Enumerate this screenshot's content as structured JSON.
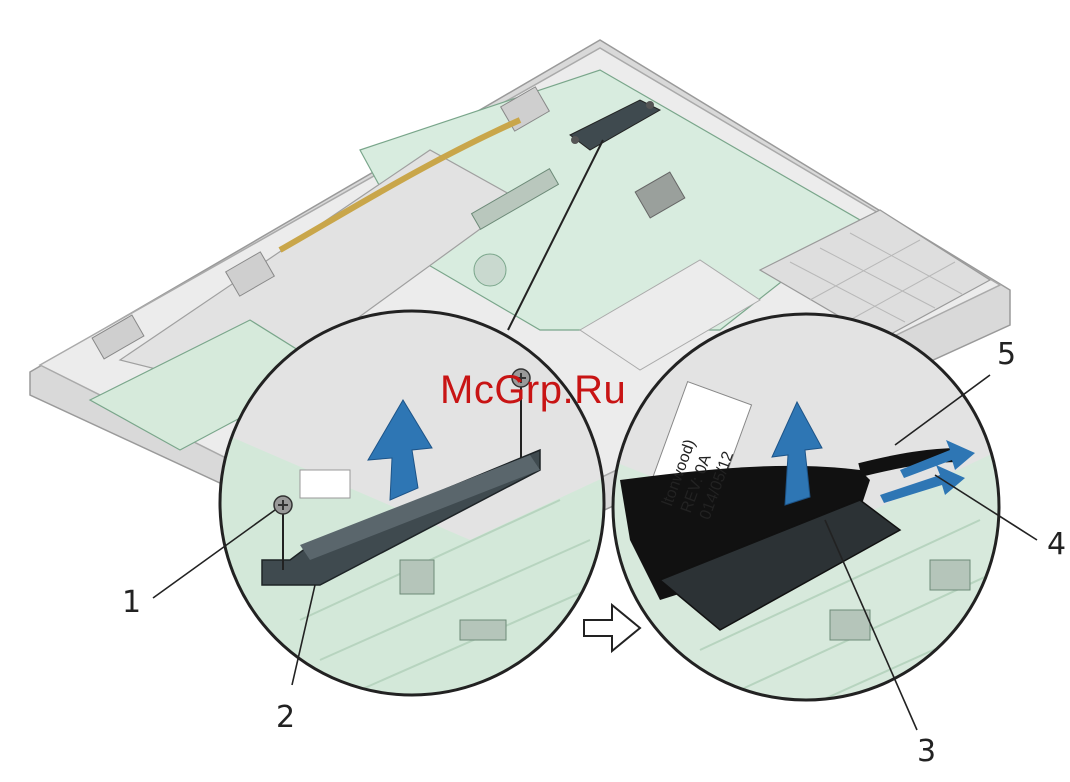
{
  "watermark": "McGrp.Ru",
  "callouts": [
    {
      "id": "1",
      "label": "1"
    },
    {
      "id": "2",
      "label": "2"
    },
    {
      "id": "3",
      "label": "3"
    },
    {
      "id": "4",
      "label": "4"
    },
    {
      "id": "5",
      "label": "5"
    }
  ],
  "sticker": {
    "line1": "ltonwood)",
    "line2": "REV: 0A",
    "line3": "014/05/12"
  },
  "colors": {
    "board": "#d8ecdf",
    "chassis": "#e6e6e6",
    "arrow": "#2e76b4",
    "bracket": "#3f4a4f",
    "cable": "#111111",
    "watermark": "#c81414"
  }
}
